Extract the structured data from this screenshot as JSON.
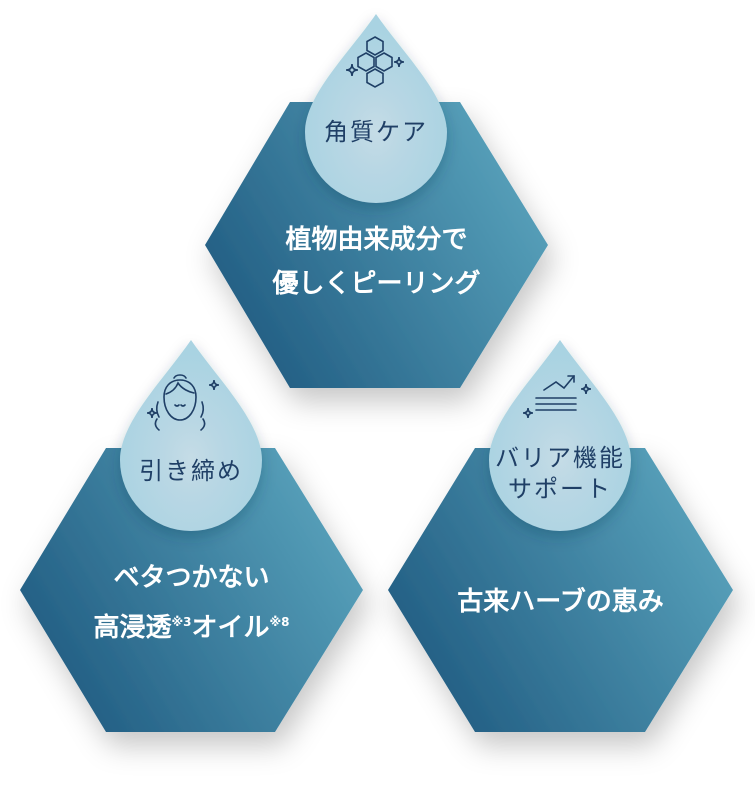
{
  "colors": {
    "hex_dark": "#1f5a80",
    "hex_light": "#5aa4bd",
    "drop_fill": "#a9d3e2",
    "drop_center": "#c5dce6",
    "icon_stroke": "#1f3f66",
    "label_text": "#1f3f66",
    "body_text": "#ffffff"
  },
  "items": [
    {
      "icon": "hexagon-cluster-sparkle-icon",
      "label_lines": [
        "角質ケア"
      ],
      "text_lines": [
        "植物由来成分で",
        "優しくピーリング"
      ]
    },
    {
      "icon": "face-sparkle-icon",
      "label_lines": [
        "引き締め"
      ],
      "text_line1": "ベタつかない",
      "text_line2": {
        "a": "高浸透",
        "sup_a": "※3",
        "b": "オイル",
        "sup_b": "※8"
      }
    },
    {
      "icon": "barrier-shield-arrow-icon",
      "label_lines": [
        "バリア機能",
        "サポート"
      ],
      "text_lines": [
        "古来ハーブの恵み"
      ]
    }
  ]
}
